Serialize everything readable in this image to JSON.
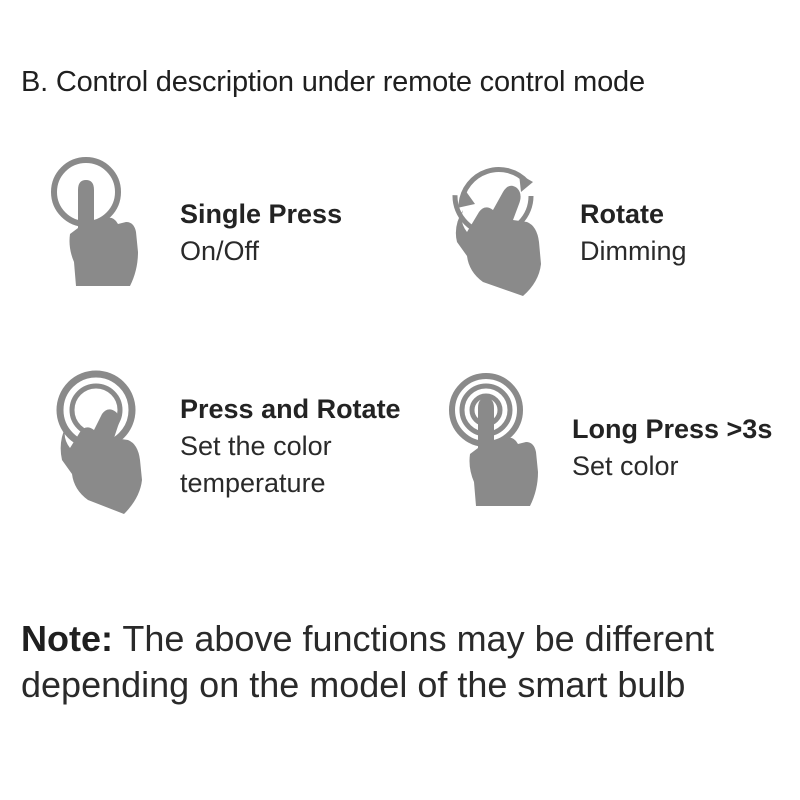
{
  "section": {
    "title": "B. Control description under remote control mode"
  },
  "gestures": [
    {
      "name": "Single Press",
      "action": "On/Off",
      "icon": "single-press-hand-icon"
    },
    {
      "name": "Rotate",
      "action": "Dimming",
      "icon": "rotate-hand-icon"
    },
    {
      "name": "Press and Rotate",
      "action_line1": "Set the color",
      "action_line2": "temperature",
      "icon": "press-rotate-hand-icon"
    },
    {
      "name": "Long Press >3s",
      "action": "Set color",
      "icon": "long-press-hand-icon"
    }
  ],
  "note": {
    "label": "Note:",
    "text": " The above functions may be different depending on the model of the smart bulb"
  },
  "colors": {
    "icon_gray": "#8a8a8a",
    "text": "#222222"
  }
}
